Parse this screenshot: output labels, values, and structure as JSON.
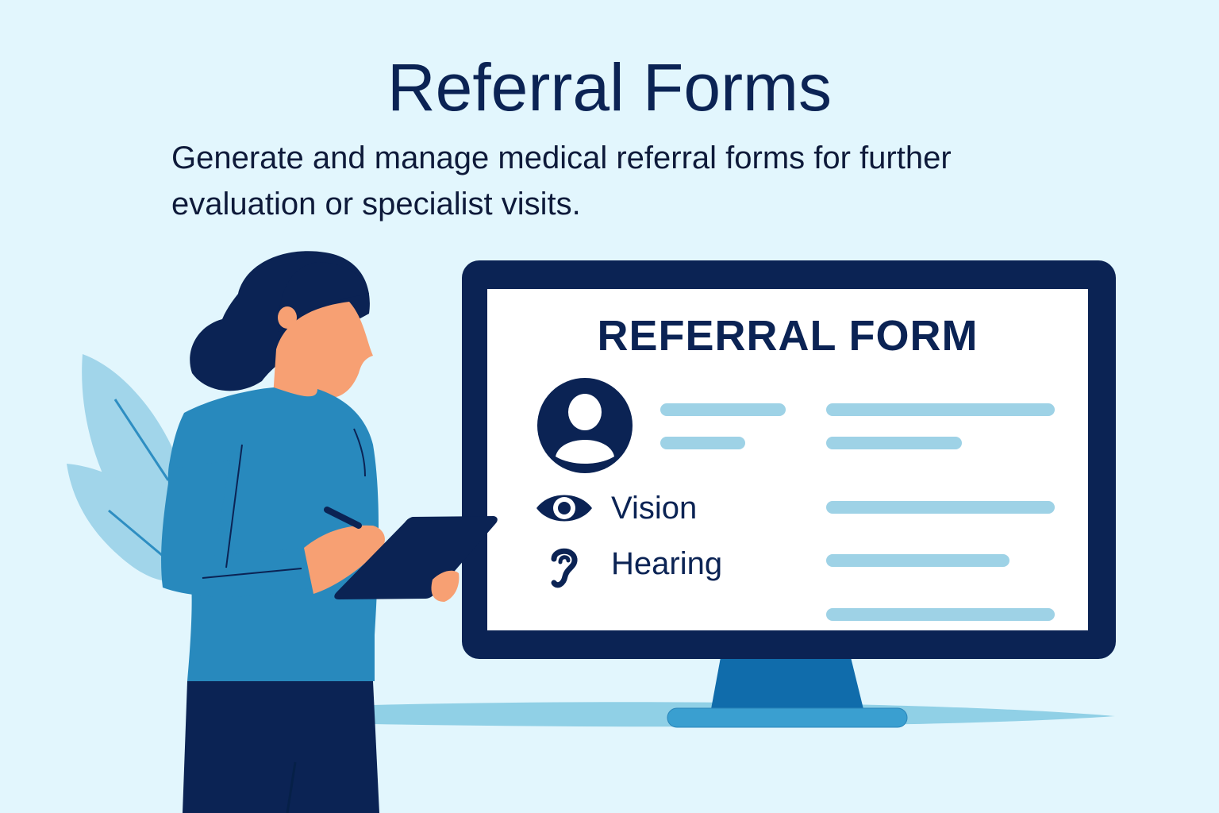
{
  "header": {
    "title": "Referral Forms",
    "subtitle_line1": "Generate and manage medical referral forms for further",
    "subtitle_line2": "evaluation or specialist visits."
  },
  "monitor": {
    "form_title": "REFERRAL FORM",
    "rows": [
      {
        "icon": "user-avatar-icon",
        "label": ""
      },
      {
        "icon": "eye-icon",
        "label": "Vision"
      },
      {
        "icon": "ear-icon",
        "label": "Hearing"
      }
    ]
  },
  "illustration": {
    "figure": "woman-with-tablet",
    "decor": "leaf-plant"
  },
  "colors": {
    "background": "#e2f6fd",
    "navy": "#0b2354",
    "shirt_blue": "#2889bd",
    "skin": "#f7a073",
    "placeholder_line": "#9ed2e6",
    "stand_blue": "#106cab",
    "leaf": "#a1d5ea"
  }
}
